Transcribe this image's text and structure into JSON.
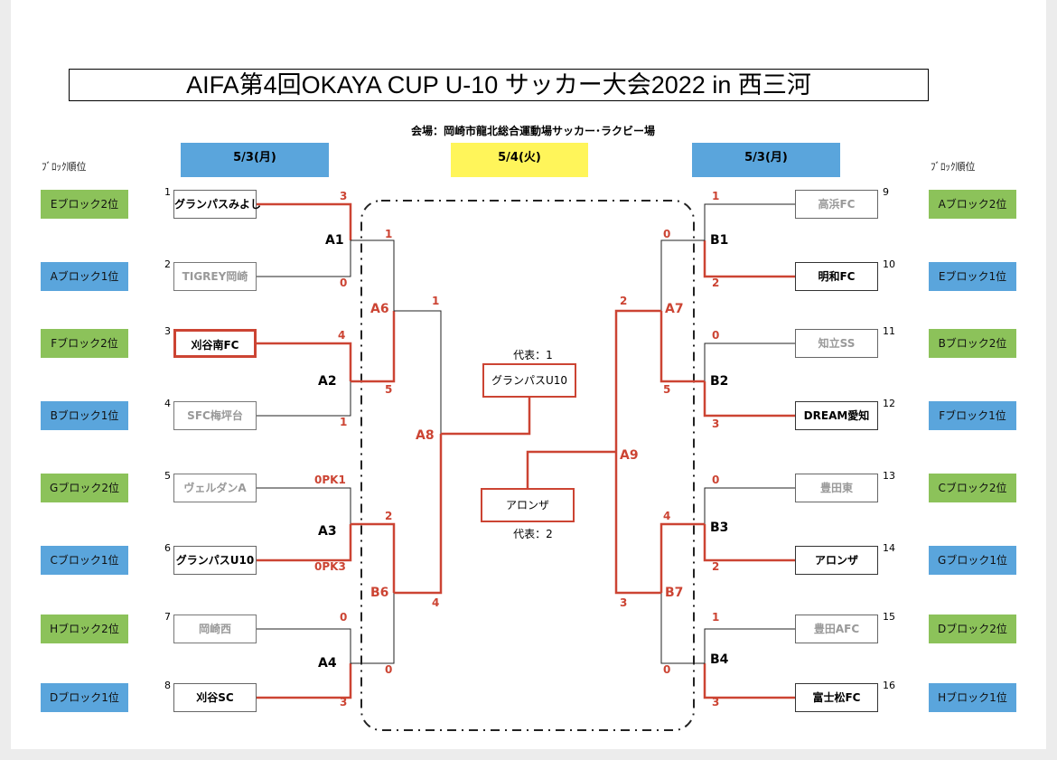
{
  "title": "AIFA第4回OKAYA CUP U-10 サッカー大会2022 in 西三河",
  "venue": "会場：岡崎市龍北総合運動場サッカー･ラクビー場",
  "block_rank_label_left": "ﾌﾞﾛｯｸ順位",
  "block_rank_label_right": "ﾌﾞﾛｯｸ順位",
  "dates": {
    "left": "5/3(月)",
    "center": "5/4(火)",
    "right": "5/3(月)"
  },
  "colors": {
    "accent": "#cc4433",
    "green": "#8cc25a",
    "blue": "#5aa5dc",
    "yellow": "#fff55a",
    "date_blue": "#5aa5dc"
  },
  "left_blocks": [
    "Eブロック2位",
    "Aブロック1位",
    "Fブロック2位",
    "Bブロック1位",
    "Gブロック2位",
    "Cブロック1位",
    "Hブロック2位",
    "Dブロック1位"
  ],
  "right_blocks": [
    "Aブロック2位",
    "Eブロック1位",
    "Bブロック2位",
    "Fブロック1位",
    "Cブロック2位",
    "Gブロック1位",
    "Dブロック2位",
    "Hブロック1位"
  ],
  "left_teams": [
    {
      "seed": "1",
      "name": "グランパスみよし"
    },
    {
      "seed": "2",
      "name": "TIGREY岡崎"
    },
    {
      "seed": "3",
      "name": "刈谷南FC"
    },
    {
      "seed": "4",
      "name": "SFC梅坪台"
    },
    {
      "seed": "5",
      "name": "ヴェルダンA"
    },
    {
      "seed": "6",
      "name": "グランパスU10"
    },
    {
      "seed": "7",
      "name": "岡崎西"
    },
    {
      "seed": "8",
      "name": "刈谷SC"
    }
  ],
  "right_teams": [
    {
      "seed": "9",
      "name": "高浜FC"
    },
    {
      "seed": "10",
      "name": "明和FC"
    },
    {
      "seed": "11",
      "name": "知立SS"
    },
    {
      "seed": "12",
      "name": "DREAM愛知"
    },
    {
      "seed": "13",
      "name": "豊田東"
    },
    {
      "seed": "14",
      "name": "アロンザ"
    },
    {
      "seed": "15",
      "name": "豊田AFC"
    },
    {
      "seed": "16",
      "name": "富士松FC"
    }
  ],
  "matches": {
    "A1": "A1",
    "A2": "A2",
    "A3": "A3",
    "A4": "A4",
    "A6": "A6",
    "B6": "B6",
    "A8": "A8",
    "A9": "A9",
    "B1": "B1",
    "B2": "B2",
    "B3": "B3",
    "B4": "B4",
    "A7": "A7",
    "B7": "B7"
  },
  "scores": {
    "A1_t1": "3",
    "A1_t2": "0",
    "A2_t1": "4",
    "A2_t2": "1",
    "A3_t1": "0PK1",
    "A3_t2": "0PK3",
    "A4_t1": "0",
    "A4_t2": "3",
    "A6_t1": "1",
    "A6_t2": "5",
    "B6_t1": "2",
    "B6_t2": "0",
    "A8_t1": "1",
    "A8_t2": "4",
    "B1_t1": "1",
    "B1_t2": "2",
    "B2_t1": "0",
    "B2_t2": "3",
    "B3_t1": "0",
    "B3_t2": "2",
    "B4_t1": "1",
    "B4_t2": "3",
    "A7_t1": "0",
    "A7_t2": "5",
    "B7_t1": "4",
    "B7_t2": "0",
    "A9_t1": "2",
    "A9_t2": "3"
  },
  "final": {
    "rep1_label": "代表：1",
    "rep1_team": "グランパスU10",
    "rep2_label": "代表：2",
    "rep2_team": "アロンザ"
  }
}
